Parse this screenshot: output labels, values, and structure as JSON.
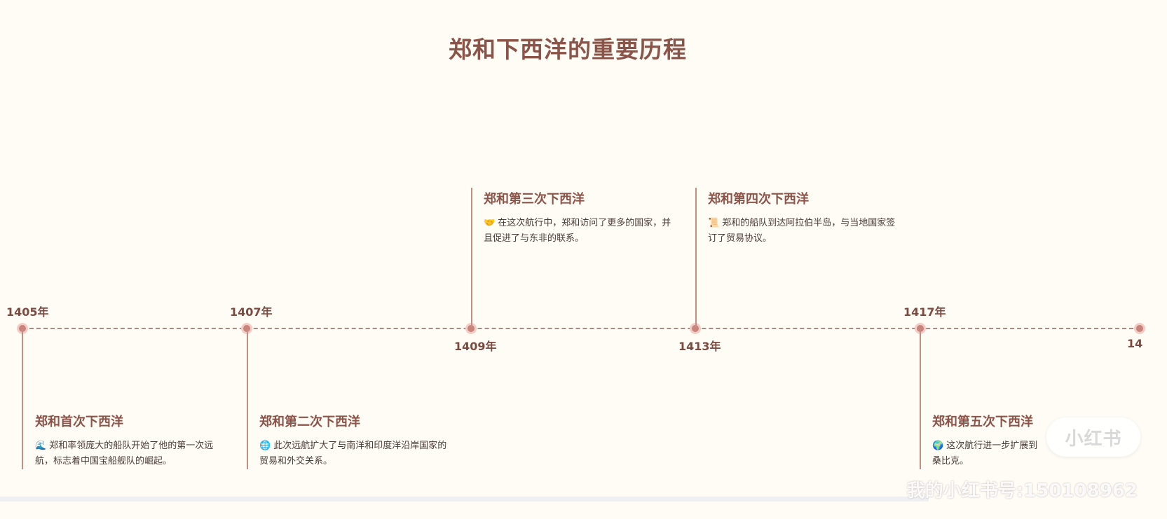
{
  "title": "郑和下西洋的重要历程",
  "events": [
    {
      "year": "1405年",
      "title": "郑和首次下西洋",
      "icon": "wave-icon",
      "emoji": "🌊",
      "desc": "郑和率领庞大的船队开始了他的第一次远航，标志着中国宝船舰队的崛起。"
    },
    {
      "year": "1407年",
      "title": "郑和第二次下西洋",
      "icon": "globe-icon",
      "emoji": "🌐",
      "desc": "此次远航扩大了与南洋和印度洋沿岸国家的贸易和外交关系。"
    },
    {
      "year": "1409年",
      "title": "郑和第三次下西洋",
      "icon": "handshake-icon",
      "emoji": "🤝",
      "desc": "在这次航行中，郑和访问了更多的国家，并且促进了与东非的联系。"
    },
    {
      "year": "1413年",
      "title": "郑和第四次下西洋",
      "icon": "scroll-icon",
      "emoji": "📜",
      "desc": "郑和的船队到达阿拉伯半岛，与当地国家签订了贸易协议。"
    },
    {
      "year": "1417年",
      "title": "郑和第五次下西洋",
      "icon": "earth-icon",
      "emoji": "🌍",
      "desc": "这次航行进一步扩展到",
      "desc_tail": "桑比克。"
    },
    {
      "year": "14"
    }
  ],
  "watermark": {
    "logo": "小红书",
    "account": "我的小红书号:150108962"
  },
  "colors": {
    "background": "#fffcf6",
    "title": "#8b5448",
    "axis": "#a88a84",
    "dot": "#c8837b"
  }
}
